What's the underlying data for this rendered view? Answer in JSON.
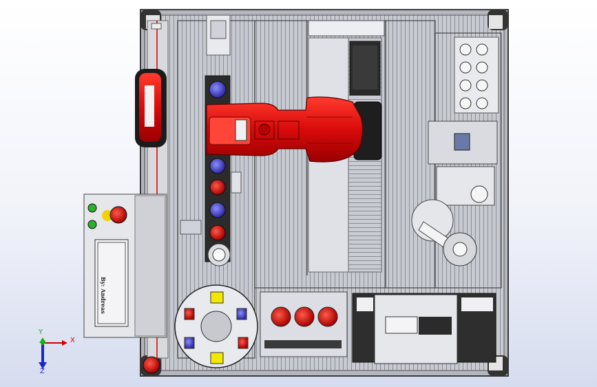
{
  "control_panel": {
    "title": "",
    "author": "By: Andreas"
  },
  "axis_triad": {
    "x": "X",
    "y": "Y",
    "z": "Z"
  },
  "colors": {
    "robot_red": "#e21010",
    "frame_gray": "#b9bcc2",
    "part_blue": "#4a48c6",
    "part_yellow": "#e8d400"
  }
}
